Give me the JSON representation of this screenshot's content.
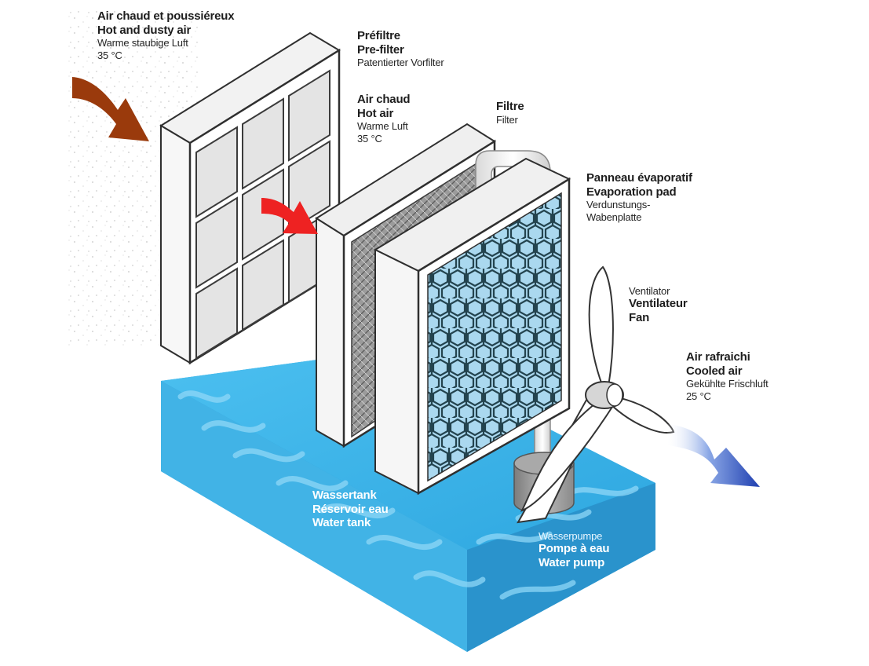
{
  "labels": {
    "intake": {
      "fr": "Air chaud et poussiéreux",
      "en": "Hot and dusty air",
      "de": "Warme staubige Luft",
      "temp": "35 °C"
    },
    "prefilter": {
      "fr": "Préfiltre",
      "en": "Pre-filter",
      "de": "Patentierter Vorfilter"
    },
    "hot_air": {
      "fr": "Air chaud",
      "en": "Hot air",
      "de": "Warme Luft",
      "temp": "35 °C"
    },
    "filter": {
      "fr": "Filtre",
      "en": "Filter"
    },
    "pad": {
      "fr": "Panneau évaporatif",
      "en": "Evaporation pad",
      "de_line1": "Verdunstungs-",
      "de_line2": "Wabenplatte"
    },
    "fan": {
      "de": "Ventilator",
      "fr": "Ventilateur",
      "en": "Fan"
    },
    "cooled": {
      "fr": "Air rafraichi",
      "en": "Cooled air",
      "de": "Gekühlte Frischluft",
      "temp": "25 °C"
    },
    "tank": {
      "de": "Wassertank",
      "fr": "Réservoir eau",
      "en": "Water tank"
    },
    "pump": {
      "de": "Wasserpumpe",
      "fr": "Pompe à eau",
      "en": "Water pump"
    }
  },
  "colors": {
    "intake_arrow": "#9a3a0c",
    "hot_arrow": "#ee2222",
    "cool_arrow": "#1f3fb0",
    "water": "#3fb2e6",
    "pad": "#aad8ef"
  }
}
